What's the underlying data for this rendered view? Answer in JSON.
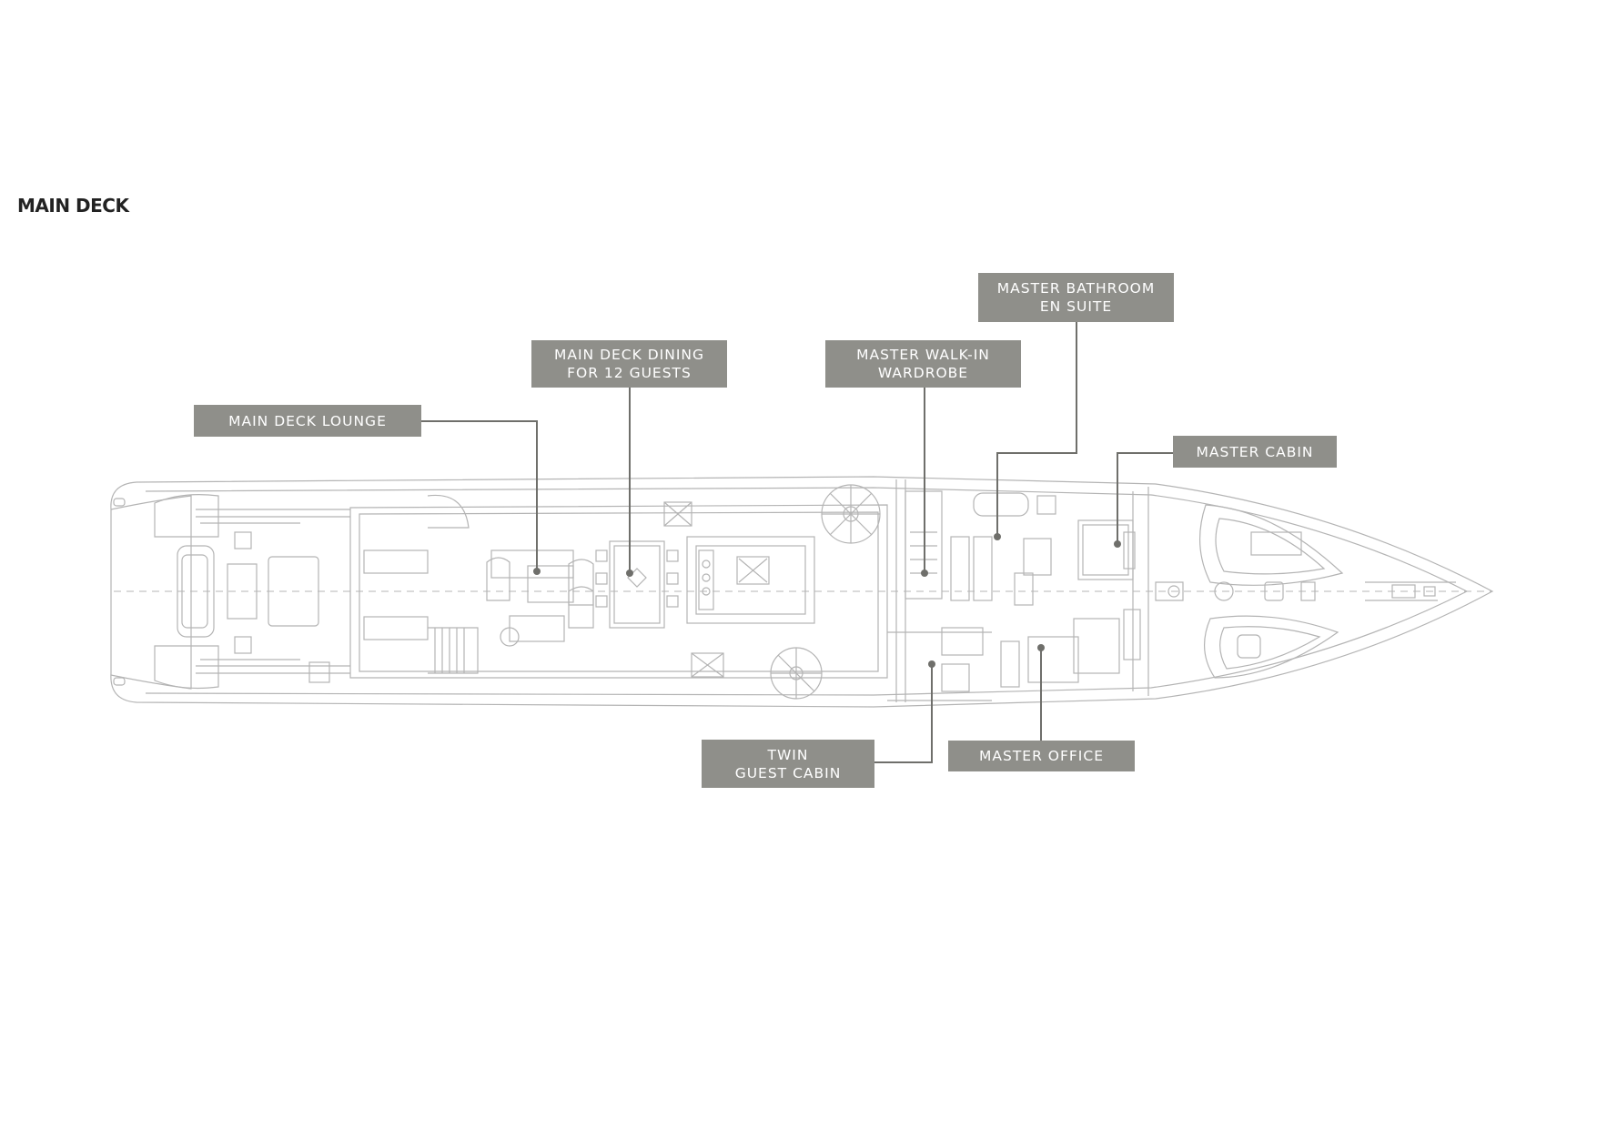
{
  "title": "MAIN DECK",
  "labels": {
    "main_deck_lounge": [
      "MAIN DECK LOUNGE"
    ],
    "main_deck_dining": [
      "MAIN DECK DINING",
      "FOR 12 GUESTS"
    ],
    "master_walk_in": [
      "MASTER WALK-IN",
      "WARDROBE"
    ],
    "master_bathroom": [
      "MASTER BATHROOM",
      "EN SUITE"
    ],
    "master_cabin": [
      "MASTER CABIN"
    ],
    "twin_guest_cabin": [
      "TWIN",
      "GUEST CABIN"
    ],
    "master_office": [
      "MASTER OFFICE"
    ]
  },
  "colors": {
    "callout_bg": "#8f8f8a",
    "callout_text": "#ffffff",
    "leader_line": "#6f6f6b",
    "plan_line": "#b4b4b4"
  }
}
